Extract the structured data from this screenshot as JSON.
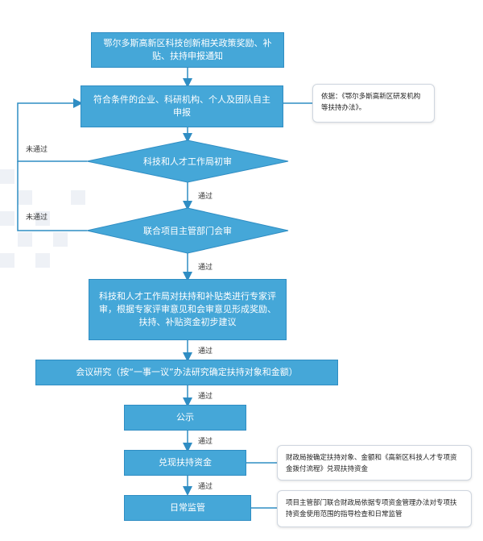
{
  "steps": {
    "notice": "鄂尔多斯高新区科技创新相关政策奖励、补贴、扶持申报通知",
    "apply": "符合条件的企业、科研机构、个人及团队自主申报",
    "initial_review": "科技和人才工作局初审",
    "joint_review": "联合项目主管部门会审",
    "expert_review": "科技和人才工作局对扶持和补贴类进行专家评审，根据专家评审意见和会审意见形成奖励、扶持、补贴资金初步建议",
    "meeting": "会议研究（按“一事一议”办法研究确定扶持对象和金额）",
    "publicity": "公示",
    "payout": "兑现扶持资金",
    "supervision": "日常监管"
  },
  "labels": {
    "pass": "通过",
    "fail": "未通过"
  },
  "notes": {
    "basis": "依据：《鄂尔多斯高新区研发机构等扶持办法》。",
    "payout_note": "财政局按确定扶持对象、金额和《高新区科技人才专项资金拨付流程》兑现扶持资金",
    "supervision_note": "项目主管部门联合财政局依据专项资金管理办法对专项扶持资金使用范围的指导检查和日常监管"
  },
  "colors": {
    "node_fill": "#45a7d8",
    "connector": "#2f8dc3"
  }
}
